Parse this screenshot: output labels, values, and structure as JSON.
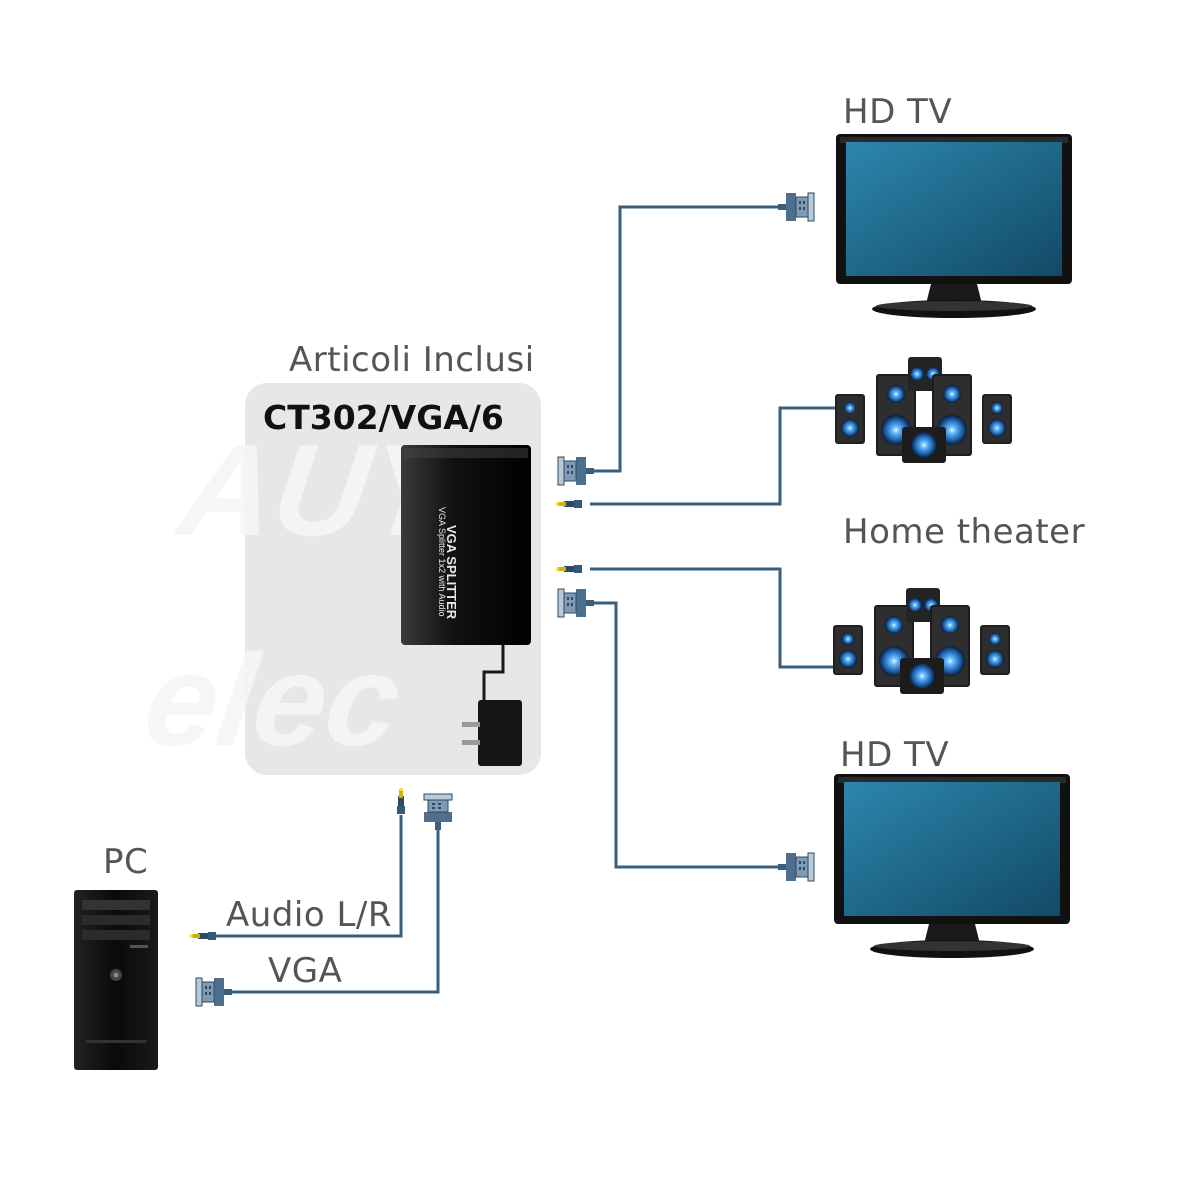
{
  "header": {
    "included_label": "Articoli Inclusi",
    "model": "CT302/VGA/6"
  },
  "devices": {
    "tv_top": "HD TV",
    "home_theater": "Home theater",
    "tv_bottom": "HD TV",
    "pc": "PC"
  },
  "splitter": {
    "line1": "VGA SPLITTER",
    "line2": "VGA Splitter 1x2 with Audio"
  },
  "cables": {
    "audio": "Audio L/R",
    "vga": "VGA"
  },
  "colors": {
    "cable": "#3a5f7d",
    "screen": "#1d6b8e",
    "speaker_cone": "#3fa0ff",
    "jack_gold": "#d4b000"
  }
}
